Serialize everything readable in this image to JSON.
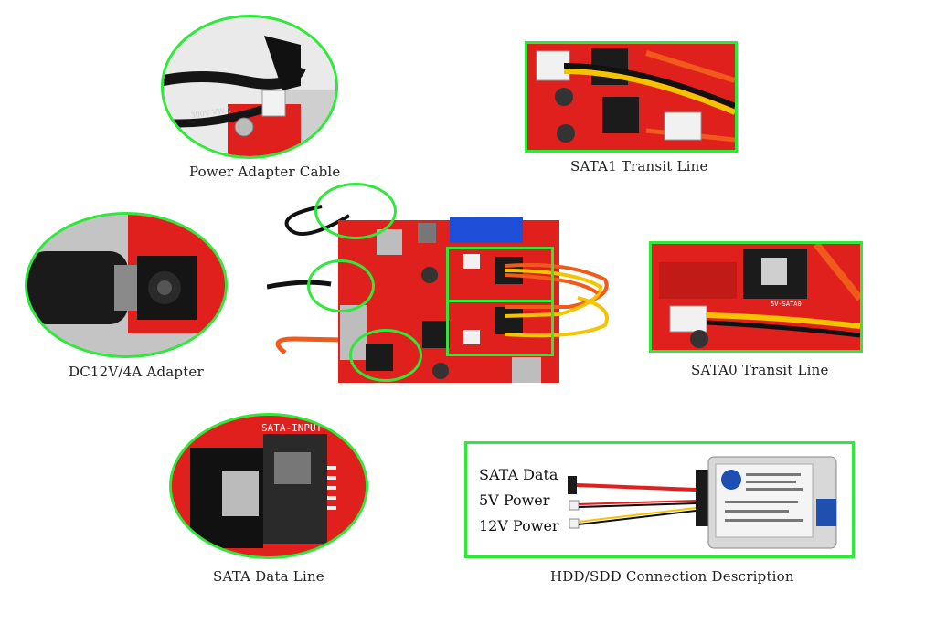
{
  "captions": {
    "power_adapter_cable": "Power Adapter Cable",
    "sata1_transit_line": "SATA1 Transit Line",
    "dc_adapter": "DC12V/4A Adapter",
    "sata0_transit_line": "SATA0 Transit Line",
    "sata_data_line": "SATA Data Line",
    "hdd_connection": "HDD/SDD Connection Description"
  },
  "hdd_panel": {
    "sata_data": "SATA Data",
    "power_5v": "5V Power",
    "power_12v": "12V Power"
  },
  "board_silkscreen": {
    "sata_input": "SATA-INPUT",
    "sata0": "5V-SATA0",
    "cable_print": "300V VW-1"
  },
  "colors": {
    "highlight": "#2ee83a",
    "pcb": "#e0201c"
  }
}
